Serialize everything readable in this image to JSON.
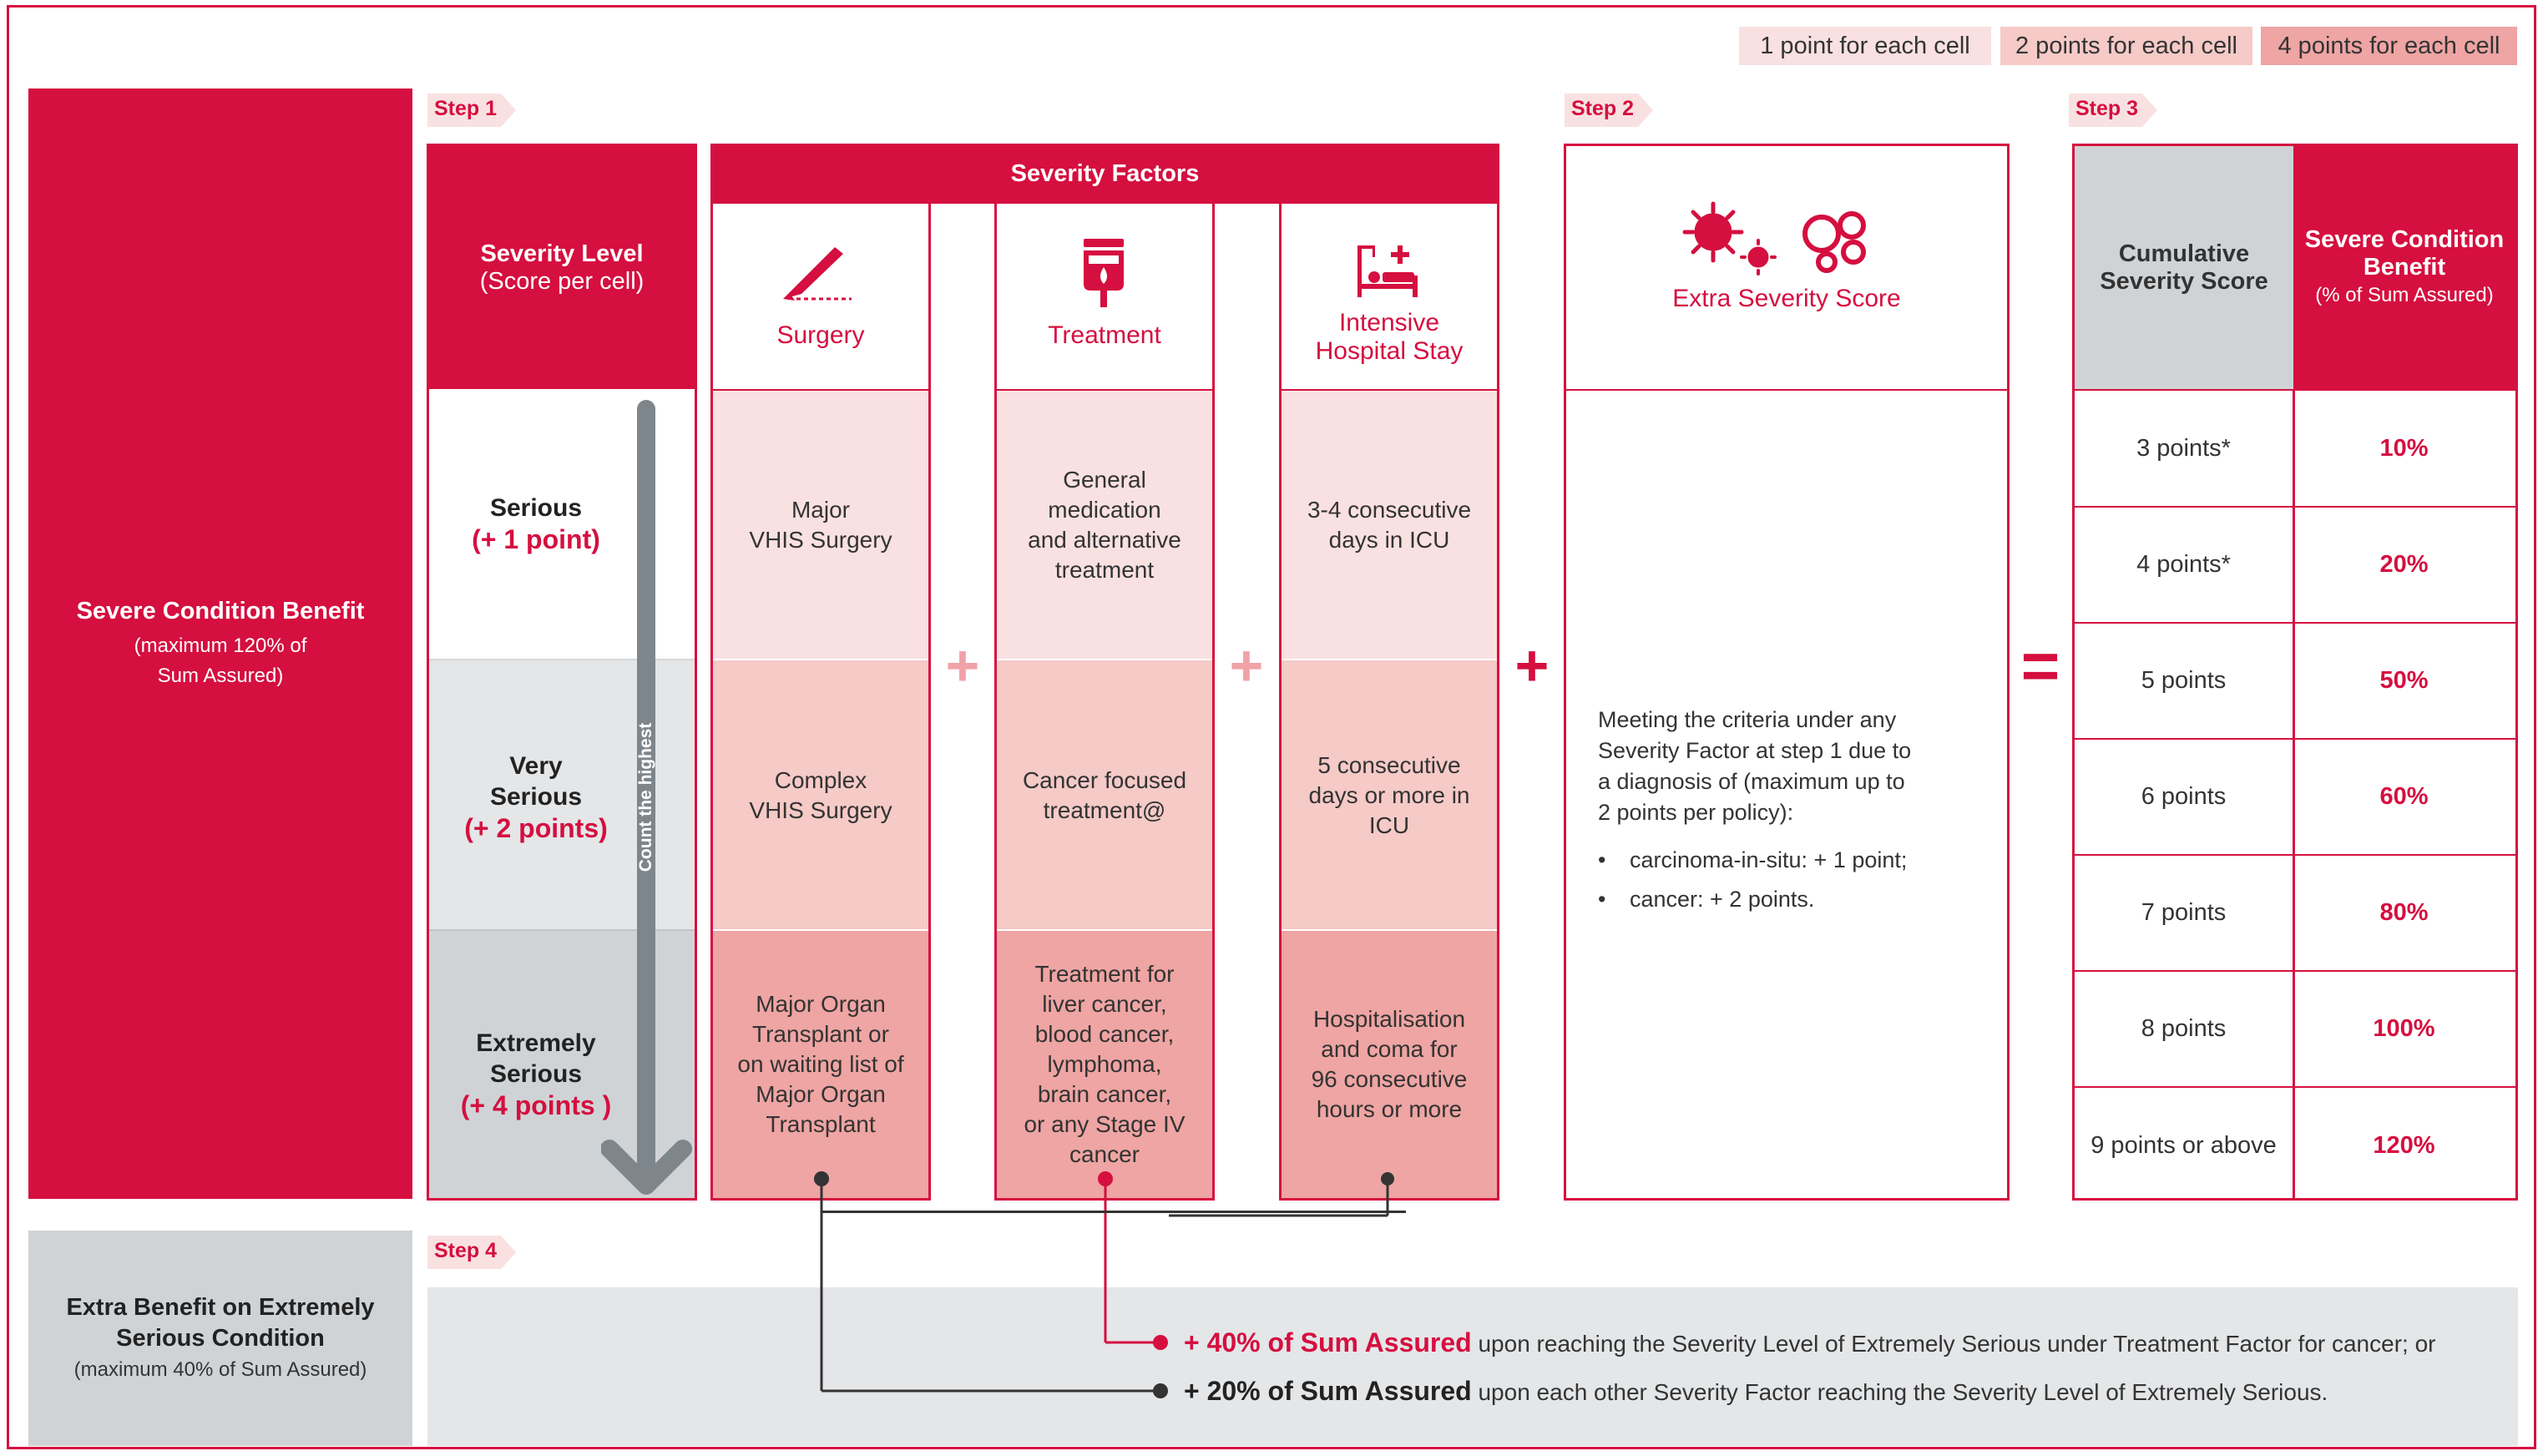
{
  "legend": [
    "1 point for each cell",
    "2 points for each cell",
    "4 points for each cell"
  ],
  "colors": {
    "accent": "#d50f3f",
    "one_point": "#f9e1e1",
    "two_points": "#f5cac7",
    "four_points": "#eea5a3",
    "grey": "#d0d3d6"
  },
  "left_panel": {
    "title": "Severe Condition Benefit",
    "subtitle_line1": "(maximum 120% of",
    "subtitle_line2": "Sum Assured)"
  },
  "steps": {
    "step1": "Step 1",
    "step2": "Step 2",
    "step3": "Step 3",
    "step4": "Step 4"
  },
  "severity_level": {
    "header_line1": "Severity Level",
    "header_line2": "(Score per cell)",
    "arrow_text": "Count the highest",
    "levels": [
      {
        "name_line1": "Serious",
        "name_line2": "",
        "points": "(+ 1 point)"
      },
      {
        "name_line1": "Very",
        "name_line2": "Serious",
        "points": "(+ 2 points)"
      },
      {
        "name_line1": "Extremely",
        "name_line2": "Serious",
        "points": "(+ 4 points )"
      }
    ]
  },
  "severity_factors": {
    "header": "Severity Factors",
    "columns": [
      {
        "icon": "scalpel-icon",
        "name_line1": "Surgery",
        "name_line2": "",
        "cells": [
          [
            "Major",
            "VHIS Surgery"
          ],
          [
            "Complex",
            "VHIS Surgery"
          ],
          [
            "Major Organ",
            "Transplant or",
            "on waiting list of",
            "Major Organ",
            "Transplant"
          ]
        ]
      },
      {
        "icon": "iv-drip-icon",
        "name_line1": "Treatment",
        "name_line2": "",
        "cells": [
          [
            "General",
            "medication",
            "and alternative",
            "treatment"
          ],
          [
            "Cancer focused",
            "treatment@"
          ],
          [
            "Treatment for",
            "liver cancer,",
            "blood cancer,",
            "lymphoma,",
            "brain cancer,",
            "or any Stage IV",
            "cancer"
          ]
        ]
      },
      {
        "icon": "hospital-bed-icon",
        "name_line1": "Intensive",
        "name_line2": "Hospital Stay",
        "cells": [
          [
            "3-4 consecutive",
            "days in ICU"
          ],
          [
            "5 consecutive",
            "days or more in",
            "ICU"
          ],
          [
            "Hospitalisation",
            "and coma for",
            "96 consecutive",
            "hours or more"
          ]
        ]
      }
    ],
    "plus": "+"
  },
  "extra_severity": {
    "icon": "virus-cells-icon",
    "title": "Extra Severity Score",
    "desc_lines": [
      "Meeting the criteria under any",
      "Severity Factor at step 1 due to",
      "a diagnosis of (maximum up to",
      "2 points per policy):"
    ],
    "bullets": [
      "carcinoma-in-situ: + 1 point;",
      "cancer: + 2 points."
    ]
  },
  "score_table": {
    "col1_line1": "Cumulative",
    "col1_line2": "Severity Score",
    "col2_line1": "Severe Condition",
    "col2_line2": "Benefit",
    "col2_line3": "(% of Sum Assured)",
    "rows": [
      {
        "score": "3 points*",
        "benefit": "10%"
      },
      {
        "score": "4 points*",
        "benefit": "20%"
      },
      {
        "score": "5 points",
        "benefit": "50%"
      },
      {
        "score": "6 points",
        "benefit": "60%"
      },
      {
        "score": "7 points",
        "benefit": "80%"
      },
      {
        "score": "8 points",
        "benefit": "100%"
      },
      {
        "score": "9 points or above",
        "benefit": "120%"
      }
    ],
    "equals": "="
  },
  "extra_benefit": {
    "title_line1": "Extra Benefit on Extremely",
    "title_line2": "Serious Condition",
    "subtitle": "(maximum 40% of Sum Assured)",
    "lines": [
      {
        "bold": "+ 40% of Sum Assured",
        "rest": " upon reaching the Severity Level of Extremely Serious under Treatment Factor for cancer; or"
      },
      {
        "bold": "+ 20% of Sum Assured",
        "rest": " upon each other Severity Factor reaching the Severity Level of Extremely Serious."
      }
    ]
  }
}
